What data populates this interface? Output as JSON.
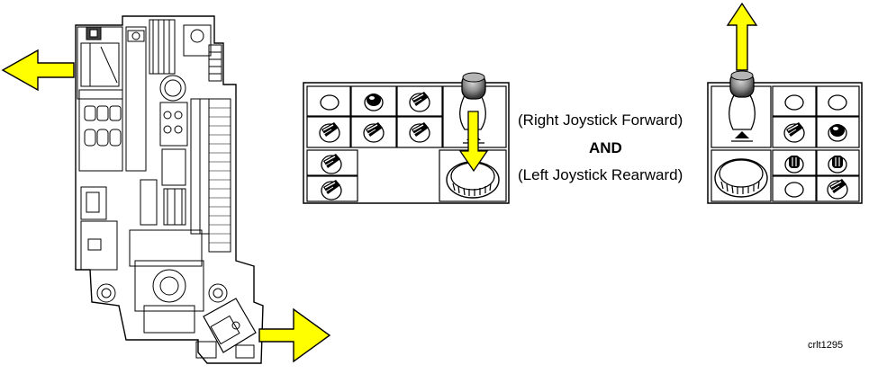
{
  "annotations": {
    "right_joystick": "(Right Joystick Forward)",
    "conjunction": "AND",
    "left_joystick": "(Left Joystick Rearward)"
  },
  "figure_code": "crlt1295",
  "colors": {
    "arrow_fill": "#ffff00",
    "outline": "#000000",
    "panel_fill": "#ffffff",
    "knob_shade": "#7a7a7a"
  },
  "icons": {
    "machine": "machine-plan-view",
    "arrow_left": "arrow-left-icon",
    "arrow_right": "arrow-right-icon",
    "arrow_up": "arrow-up-icon",
    "arrow_down": "arrow-down-icon"
  }
}
